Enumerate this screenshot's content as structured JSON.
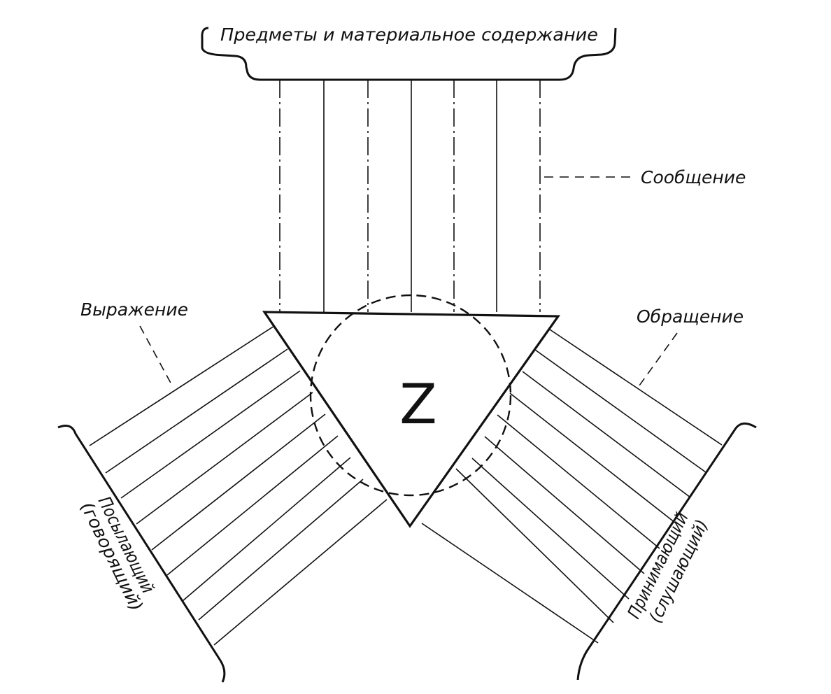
{
  "labels": {
    "objects": "Предметы и материальное содержание",
    "message": "Сообщение",
    "expression": "Выражение",
    "appeal": "Обращение",
    "sender_line1": "Посылающий",
    "sender_line2": "(говорящий)",
    "receiver_line1": "Принимающий",
    "receiver_line2": "(слушающий)",
    "sign": "Z"
  },
  "colors": {
    "ink": "#111111",
    "paper": "#ffffff"
  }
}
